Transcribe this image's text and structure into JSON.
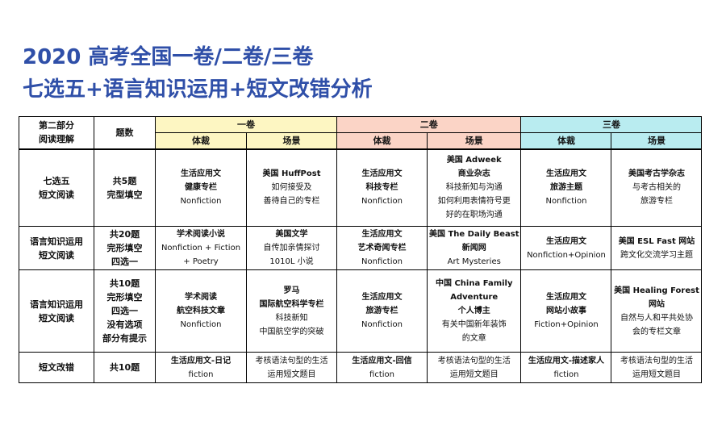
{
  "title_line1": "2020 高考全国一卷/二卷/三卷",
  "title_line2": "七选五+语言知识运用+短文改错分析",
  "header": {
    "section": [
      "第二部分",
      "阅读理解"
    ],
    "count": "题数",
    "groups": [
      "一卷",
      "二卷",
      "三卷"
    ],
    "sub_genre": "体裁",
    "sub_scene": "场景"
  },
  "rows": [
    {
      "part": [
        "七选五",
        "短文阅读"
      ],
      "count": [
        "共5题",
        "完型填空"
      ],
      "cells": [
        {
          "bold": [
            "生活应用文",
            "健康专栏"
          ],
          "normal": [
            "Nonfiction"
          ]
        },
        {
          "bold": [
            "美国 HuffPost"
          ],
          "normal": [
            "如何接受及",
            "善待自己的专栏"
          ]
        },
        {
          "bold": [
            "生活应用文",
            "科技专栏"
          ],
          "normal": [
            "Nonfiction"
          ]
        },
        {
          "bold": [
            "美国 Adweek",
            "商业杂志"
          ],
          "normal": [
            "科技新知与沟通",
            "如何利用表情符号更",
            "好的在职场沟通"
          ]
        },
        {
          "bold": [
            "生活应用文",
            "旅游主题"
          ],
          "normal": [
            "Nonfiction"
          ]
        },
        {
          "bold": [
            "美国考古学杂志"
          ],
          "normal": [
            "与考古相关的",
            "旅游专栏"
          ]
        }
      ]
    },
    {
      "part": [
        "语言知识运用",
        "短文阅读"
      ],
      "count": [
        "共20题",
        "完形填空",
        "四选一"
      ],
      "cells": [
        {
          "bold": [
            "学术阅读小说"
          ],
          "normal": [
            "Nonfiction + Fiction",
            "+ Poetry"
          ]
        },
        {
          "bold": [
            "美国文学"
          ],
          "normal": [
            "自传加亲情探讨",
            "1010L 小说"
          ]
        },
        {
          "bold": [
            "生活应用文",
            "艺术奇闻专栏"
          ],
          "normal": [
            "Nonfiction"
          ]
        },
        {
          "bold": [
            "美国 The Daily Beast",
            "新闻网"
          ],
          "normal": [
            "Art Mysteries"
          ]
        },
        {
          "bold": [
            "生活应用文"
          ],
          "normal": [
            "Nonfiction+Opinion"
          ]
        },
        {
          "bold": [
            "美国 ESL Fast 网站"
          ],
          "normal": [
            "跨文化交流学习主题"
          ]
        }
      ]
    },
    {
      "part": [
        "语言知识运用",
        "短文阅读"
      ],
      "count": [
        "共10题",
        "完形填空",
        "四选一",
        "没有选项",
        "部分有提示"
      ],
      "cells": [
        {
          "bold": [
            "学术阅读",
            "航空科技文章"
          ],
          "normal": [
            "Nonfiction"
          ]
        },
        {
          "bold": [
            "罗马",
            "国际航空科学专栏"
          ],
          "normal": [
            "科技新知",
            "中国航空学的突破"
          ]
        },
        {
          "bold": [
            "生活应用文",
            "旅游专栏"
          ],
          "normal": [
            "Nonfiction"
          ]
        },
        {
          "bold": [
            "中国 China Family",
            "Adventure",
            "个人博主"
          ],
          "normal": [
            "有关中国新年装饰",
            "的文章"
          ]
        },
        {
          "bold": [
            "生活应用文",
            "网站小故事"
          ],
          "normal": [
            "Fiction+Opinion"
          ]
        },
        {
          "bold": [
            "美国 Healing Forest",
            "网站"
          ],
          "normal": [
            "自然与人和平共处协",
            "会的专栏文章"
          ]
        }
      ]
    },
    {
      "part": [
        "短文改错"
      ],
      "count": [
        "共10题"
      ],
      "cells": [
        {
          "bold": [
            "生活应用文-日记"
          ],
          "normal": [
            "fiction"
          ]
        },
        {
          "bold": [],
          "normal": [
            "考核语法句型的生活",
            "运用短文题目"
          ]
        },
        {
          "bold": [
            "生活应用文-回信"
          ],
          "normal": [
            "fiction"
          ]
        },
        {
          "bold": [],
          "normal": [
            "考核语法句型的生活",
            "运用短文题目"
          ]
        },
        {
          "bold": [
            "生活应用文-描述家人"
          ],
          "normal": [
            "fiction"
          ]
        },
        {
          "bold": [],
          "normal": [
            "考核语法句型的生活",
            "运用短文题目"
          ]
        }
      ]
    }
  ],
  "colors": {
    "title": "#2f4fa8",
    "yellow": "#fdf6c2",
    "orange": "#fbd4c6",
    "cyan": "#b9ecf0"
  }
}
